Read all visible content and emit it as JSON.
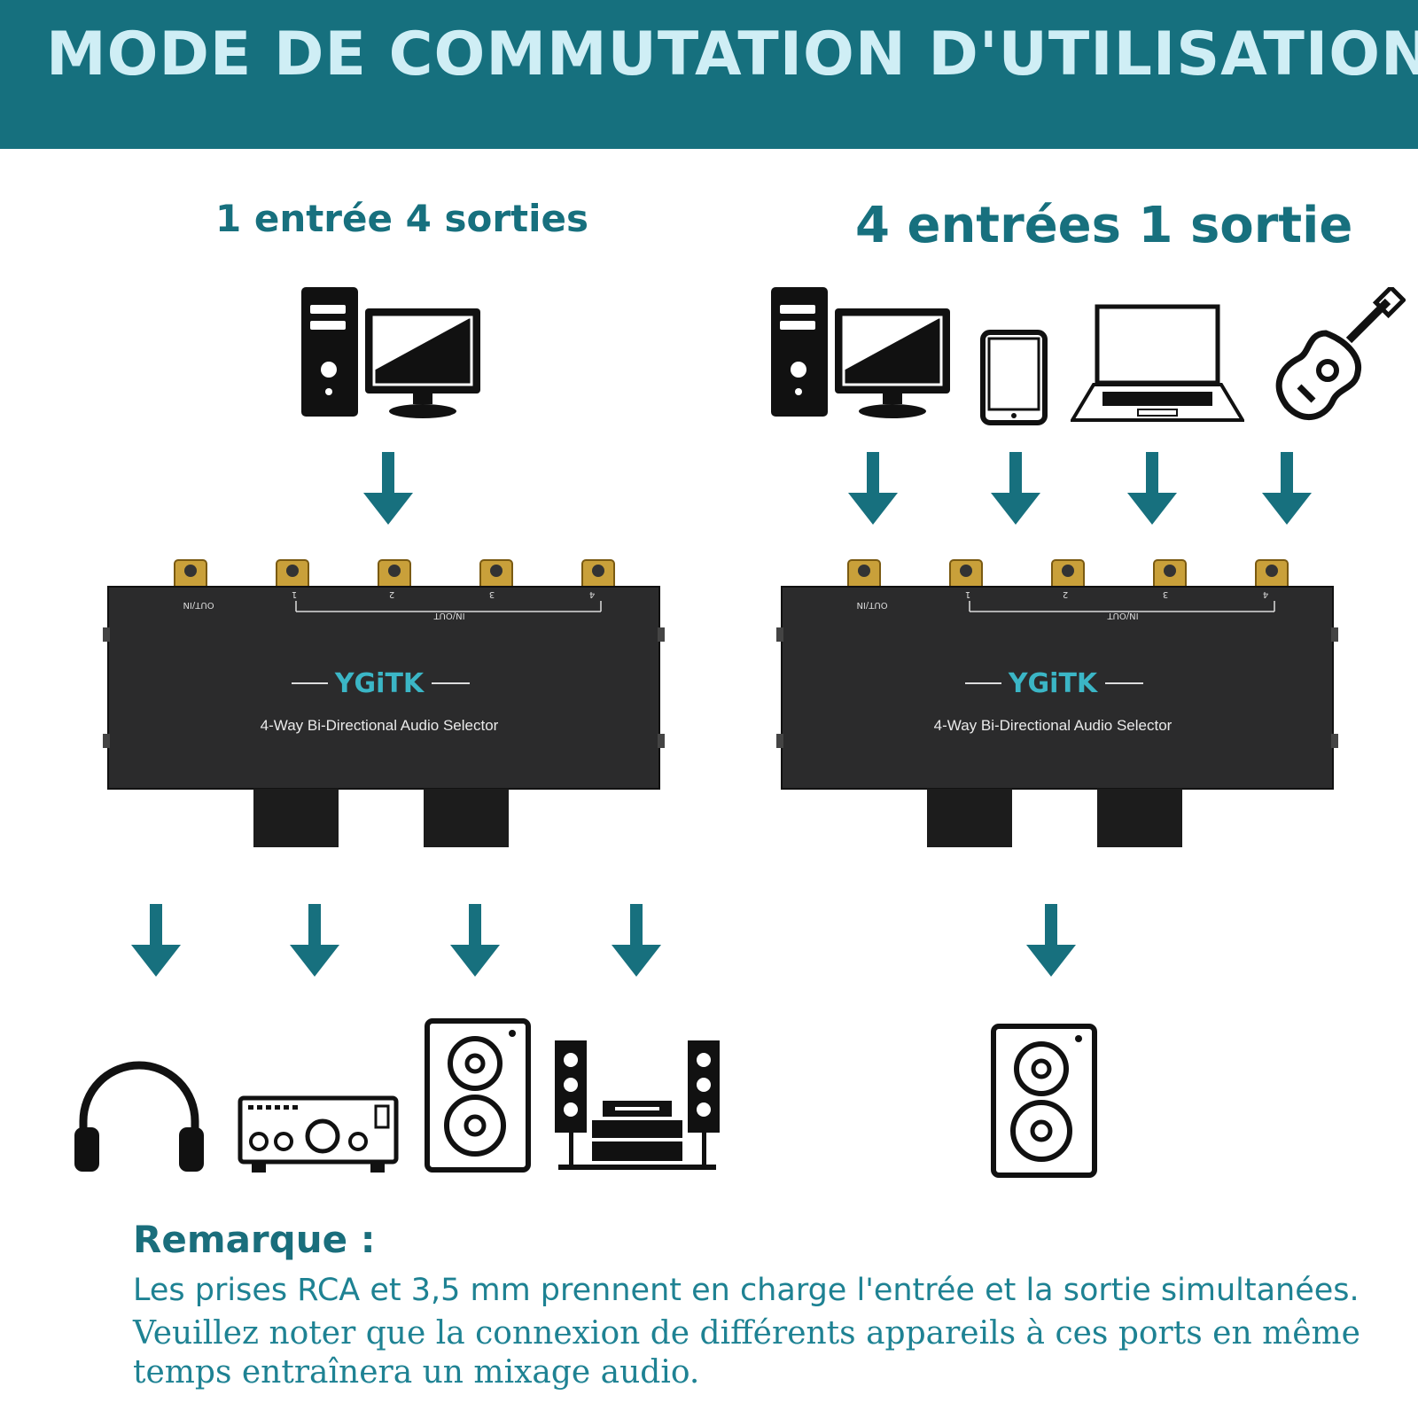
{
  "header": {
    "title": "MODE DE COMMUTATION D'UTILISATION"
  },
  "modes": {
    "left_title": "1 entrée 4 sorties",
    "right_title": "4 entrées 1 sortie"
  },
  "device": {
    "brand": "YGiTK",
    "model": "4-Way Bi-Directional Audio Selector",
    "port_out_in": "OUT/IN",
    "port_in_out": "IN/OUT",
    "port_numbers": [
      "1",
      "2",
      "3",
      "4"
    ]
  },
  "icons": {
    "left_sources": [
      "desktop-computer-icon"
    ],
    "left_outputs": [
      "headphones-icon",
      "amplifier-icon",
      "speaker-icon",
      "stereo-system-icon"
    ],
    "right_sources": [
      "desktop-computer-icon",
      "tablet-icon",
      "laptop-icon",
      "guitar-icon"
    ],
    "right_outputs": [
      "speaker-icon"
    ]
  },
  "colors": {
    "accent": "#16707e",
    "header_text": "#cfeef5",
    "note_text": "#1e8293"
  },
  "note": {
    "title": "Remarque :",
    "line1": "Les prises RCA et 3,5 mm prennent en charge l'entrée et la sortie simultanées.",
    "line2": "Veuillez noter que la connexion de différents appareils à ces ports en même",
    "line3": "temps entraînera un mixage audio."
  }
}
